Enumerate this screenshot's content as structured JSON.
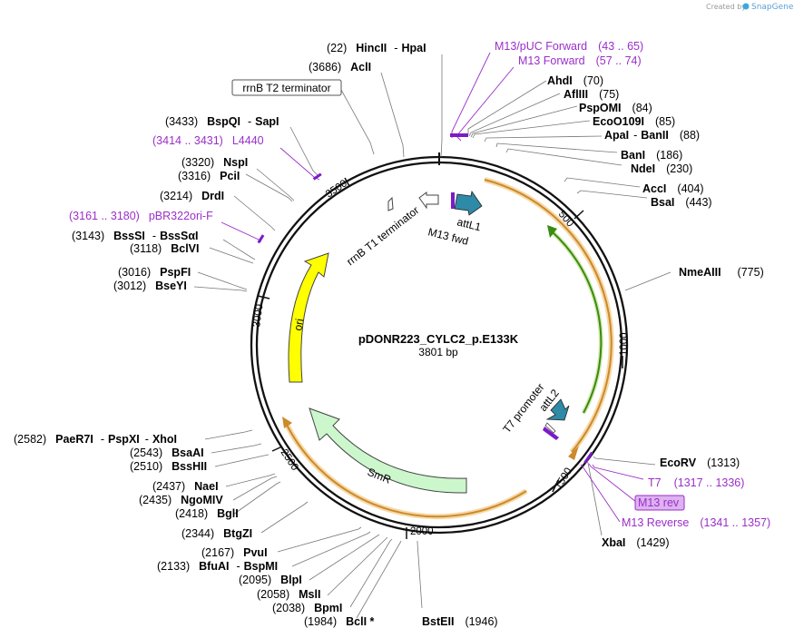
{
  "credit": {
    "prefix": "Created by",
    "brand": "SnapGene"
  },
  "plasmid": {
    "name": "pDONR223_CYLC2_p.E133K",
    "length_label": "3801 bp"
  },
  "ticks": [
    "500",
    "1000",
    "1500",
    "2000",
    "2500",
    "3000",
    "3500"
  ],
  "features": {
    "attL1": "attL1",
    "m13_fwd": "M13 fwd",
    "rrnb_t1": "rrnB T1 terminator",
    "rrnb_t2": "rrnB T2 terminator",
    "ori": "ori",
    "smr": "SmR",
    "t7_promoter": "T7 promoter",
    "attL2": "attL2"
  },
  "sites": [
    {
      "pos": "(22)",
      "name": "HincII",
      "sep": "-",
      "name2": "HpaI"
    },
    {
      "pos": "(3686)",
      "name": "AclI"
    },
    {
      "pos": "(3433)",
      "name": "BspQI",
      "sep": "-",
      "name2": "SapI"
    },
    {
      "pos": "(3320)",
      "name": "NspI"
    },
    {
      "pos": "(3316)",
      "name": "PciI"
    },
    {
      "pos": "(3214)",
      "name": "DrdI"
    },
    {
      "pos": "(3143)",
      "name": "BssSI",
      "sep": "-",
      "name2": "BssSαI"
    },
    {
      "pos": "(3118)",
      "name": "BclVI"
    },
    {
      "pos": "(3016)",
      "name": "PspFI"
    },
    {
      "pos": "(3012)",
      "name": "BseYI"
    },
    {
      "pos": "(2582)",
      "name": "PaeR7I",
      "sep": "-",
      "name2": "PspXI",
      "sep2": "-",
      "name3": "XhoI"
    },
    {
      "pos": "(2543)",
      "name": "BsaAI"
    },
    {
      "pos": "(2510)",
      "name": "BssHII"
    },
    {
      "pos": "(2437)",
      "name": "NaeI"
    },
    {
      "pos": "(2435)",
      "name": "NgoMIV"
    },
    {
      "pos": "(2418)",
      "name": "BglI"
    },
    {
      "pos": "(2344)",
      "name": "BtgZI"
    },
    {
      "pos": "(2167)",
      "name": "PvuI"
    },
    {
      "pos": "(2133)",
      "name": "BfuAI",
      "sep": "-",
      "name2": "BspMI"
    },
    {
      "pos": "(2095)",
      "name": "BlpI"
    },
    {
      "pos": "(2058)",
      "name": "MslI"
    },
    {
      "pos": "(2038)",
      "name": "BpmI"
    },
    {
      "pos": "(1984)",
      "name": "BclI *"
    },
    {
      "pos": "(1946)",
      "name": "BstEII"
    },
    {
      "pos": "(1429)",
      "name": "XbaI"
    },
    {
      "pos": "(1313)",
      "name": "EcoRV"
    },
    {
      "pos": "(775)",
      "name": "NmeAIII"
    },
    {
      "pos": "(443)",
      "name": "BsaI"
    },
    {
      "pos": "(404)",
      "name": "AccI"
    },
    {
      "pos": "(230)",
      "name": "NdeI"
    },
    {
      "pos": "(186)",
      "name": "BanI"
    },
    {
      "pos": "(88)",
      "name": "ApaI",
      "sep": "-",
      "name2": "BanII"
    },
    {
      "pos": "(85)",
      "name": "EcoO109I"
    },
    {
      "pos": "(84)",
      "name": "PspOMI"
    },
    {
      "pos": "(75)",
      "name": "AflIII"
    },
    {
      "pos": "(70)",
      "name": "AhdI"
    }
  ],
  "primers": [
    {
      "name": "M13/pUC Forward",
      "range": "(43 .. 65)"
    },
    {
      "name": "M13 Forward",
      "range": "(57 .. 74)"
    },
    {
      "name": "L4440",
      "range": "(3414 .. 3431)"
    },
    {
      "name": "pBR322ori-F",
      "range": "(3161 .. 3180)"
    },
    {
      "name": "T7",
      "range": "(1317 .. 1336)"
    },
    {
      "name": "M13 rev",
      "range": ""
    },
    {
      "name": "M13 Reverse",
      "range": "(1341 .. 1357)"
    }
  ]
}
